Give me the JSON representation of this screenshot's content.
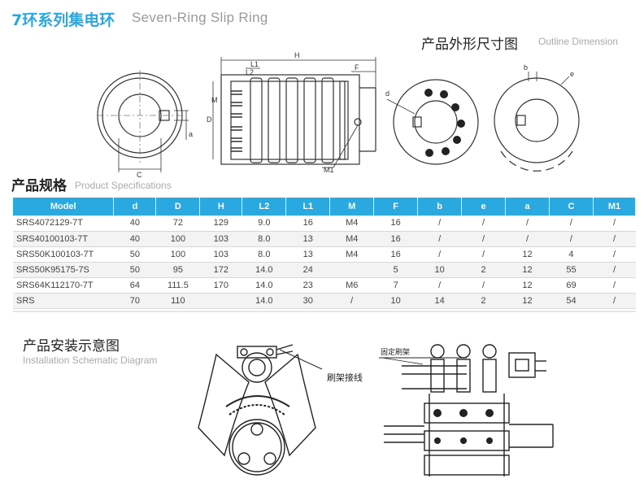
{
  "header": {
    "title_cn": "7环系列集电环",
    "title_en": "Seven-Ring Slip Ring"
  },
  "outline": {
    "title_cn": "产品外形尺寸图",
    "title_en": "Outline Dimension",
    "labels": {
      "H": "H",
      "L1": "L1",
      "L2": "L2",
      "F": "F",
      "D": "D",
      "M": "M",
      "M1": "M1",
      "a": "a",
      "C": "C",
      "d": "d",
      "b": "b",
      "e": "e"
    }
  },
  "specs": {
    "title_cn": "产品规格",
    "title_en": "Product Specifications",
    "columns": [
      "Model",
      "d",
      "D",
      "H",
      "L2",
      "L1",
      "M",
      "F",
      "b",
      "e",
      "a",
      "C",
      "M1"
    ],
    "rows": [
      [
        "SRS4072129-7T",
        "40",
        "72",
        "129",
        "9.0",
        "16",
        "M4",
        "16",
        "/",
        "/",
        "/",
        "/",
        "/"
      ],
      [
        "SRS40100103-7T",
        "40",
        "100",
        "103",
        "8.0",
        "13",
        "M4",
        "16",
        "/",
        "/",
        "/",
        "/",
        "/"
      ],
      [
        "SRS50K100103-7T",
        "50",
        "100",
        "103",
        "8.0",
        "13",
        "M4",
        "16",
        "/",
        "/",
        "12",
        "4",
        "/"
      ],
      [
        "SRS50K95175-7S",
        "50",
        "95",
        "172",
        "14.0",
        "24",
        "",
        "5",
        "10",
        "2",
        "12",
        "55",
        "/"
      ],
      [
        "SRS64K112170-7T",
        "64",
        "111.5",
        "170",
        "14.0",
        "23",
        "M6",
        "7",
        "/",
        "/",
        "12",
        "69",
        "/"
      ],
      [
        "SRS",
        "70",
        "110",
        "",
        "14.0",
        "30",
        "/",
        "10",
        "14",
        "2",
        "12",
        "54",
        "/"
      ]
    ]
  },
  "install": {
    "title_cn": "产品安装示意图",
    "title_en": "Installation Schematic Diagram",
    "label_wiring": "刷架接线",
    "label_fixed": "固定刷架"
  }
}
